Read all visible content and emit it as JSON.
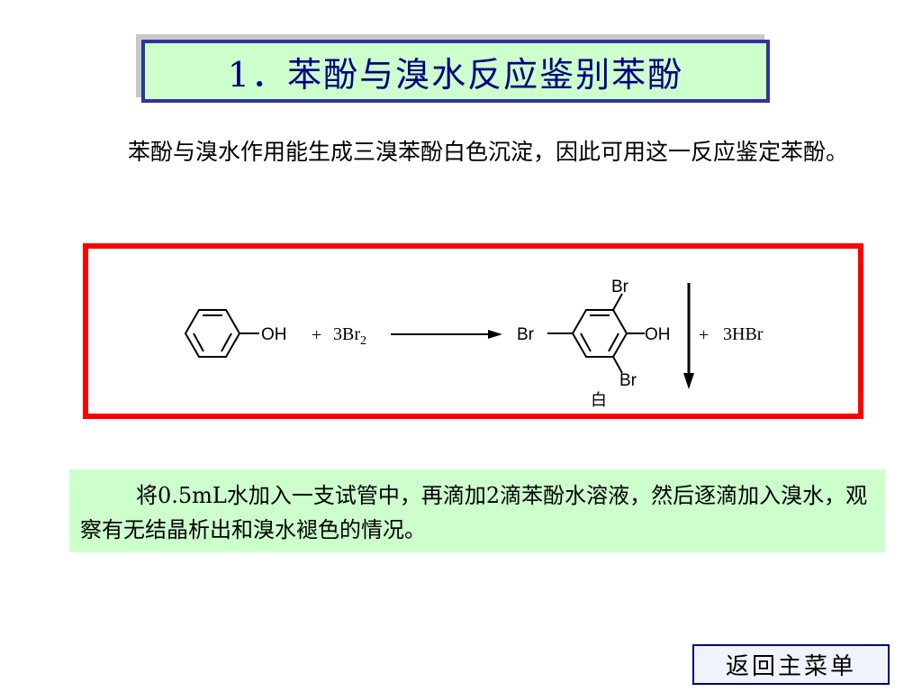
{
  "title": "1．苯酚与溴水反应鉴别苯酚",
  "intro": "苯酚与溴水作用能生成三溴苯酚白色沉淀，因此可用这一反应鉴定苯酚。",
  "reaction": {
    "reactant1_group": "OH",
    "plus1": "+",
    "reagent_main": "3Br",
    "reagent_sub": "2",
    "product_br_top": "Br",
    "product_br_left": "Br",
    "product_br_bottom": "Br",
    "product_oh": "OH",
    "precipitate_label": "白",
    "plus2": "+",
    "byproduct": "3HBr"
  },
  "procedure": "将0.5mL水加入一支试管中，再滴加2滴苯酚水溶液，然后逐滴加入溴水，观察有无结晶析出和溴水褪色的情况。",
  "nav": {
    "return_label": "返回主菜单"
  },
  "colors": {
    "title_fill": "#ccffcc",
    "title_border": "#333399",
    "title_text": "#000080",
    "reaction_border": "#ff0000",
    "procedure_fill": "#ccffcc"
  }
}
